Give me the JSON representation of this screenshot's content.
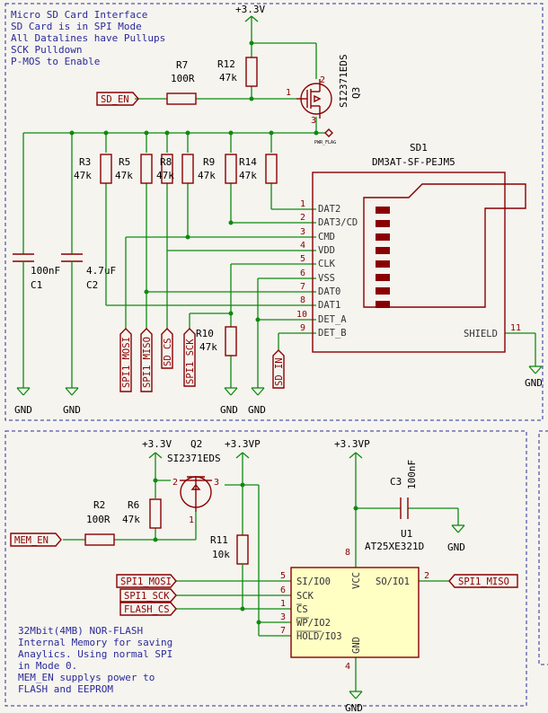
{
  "top_note": [
    "Micro SD Card Interface",
    "SD Card is in SPI Mode",
    "All Datalines have Pullups",
    "SCK Pulldown",
    "P-MOS to Enable"
  ],
  "bottom_note": [
    "32Mbit(4MB) NOR-FLASH",
    "Internal Memory for saving",
    "Anaylics. Using normal SPI",
    "in Mode 0.",
    "MEM_EN supplys power to",
    "FLASH and EEPROM"
  ],
  "power": {
    "v33_top": "+3.3V",
    "v33_mem": "+3.3V",
    "v33p_a": "+3.3VP",
    "v33p_b": "+3.3VP",
    "gnd": "GND",
    "pwr_flag": "PWR_FLAG"
  },
  "labels": {
    "sd_en": "SD_EN",
    "spi1_mosi": "SPI1_MOSI",
    "spi1_miso": "SPI1_MISO",
    "sd_cs": "SD_CS",
    "spi1_sck": "SPI1_SCK",
    "sd_in": "SD_IN",
    "mem_en": "MEM_EN",
    "flash_cs": "FLASH_CS"
  },
  "components": {
    "r7": {
      "ref": "R7",
      "val": "100R"
    },
    "r12": {
      "ref": "R12",
      "val": "47k"
    },
    "q3": {
      "ref": "Q3",
      "val": "SI2371EDS"
    },
    "r3": {
      "ref": "R3",
      "val": "47k"
    },
    "r5": {
      "ref": "R5",
      "val": "47k"
    },
    "r8": {
      "ref": "R8",
      "val": "47k"
    },
    "r9": {
      "ref": "R9",
      "val": "47k"
    },
    "r14": {
      "ref": "R14",
      "val": "47k"
    },
    "r10": {
      "ref": "R10",
      "val": "47k"
    },
    "c1": {
      "ref": "C1",
      "val": "100nF"
    },
    "c2": {
      "ref": "C2",
      "val": "4.7uF"
    },
    "sd1": {
      "ref": "SD1",
      "val": "DM3AT-SF-PEJM5"
    },
    "q2": {
      "ref": "Q2",
      "val": "SI2371EDS"
    },
    "r2": {
      "ref": "R2",
      "val": "100R"
    },
    "r6": {
      "ref": "R6",
      "val": "47k"
    },
    "r11": {
      "ref": "R11",
      "val": "10k"
    },
    "c3": {
      "ref": "C3",
      "val": "100nF"
    },
    "u1": {
      "ref": "U1",
      "val": "AT25XE321D"
    }
  },
  "sd_pins": [
    {
      "num": "1",
      "name": "DAT2"
    },
    {
      "num": "2",
      "name": "DAT3/CD"
    },
    {
      "num": "3",
      "name": "CMD"
    },
    {
      "num": "4",
      "name": "VDD"
    },
    {
      "num": "5",
      "name": "CLK"
    },
    {
      "num": "6",
      "name": "VSS"
    },
    {
      "num": "7",
      "name": "DAT0"
    },
    {
      "num": "8",
      "name": "DAT1"
    },
    {
      "num": "10",
      "name": "DET_A"
    },
    {
      "num": "9",
      "name": "DET_B"
    },
    {
      "num": "11",
      "name": "SHIELD"
    }
  ],
  "u1_pins": [
    {
      "num": "5",
      "name": "SI/IO0"
    },
    {
      "num": "6",
      "name": "SCK"
    },
    {
      "num": "1",
      "name": "CS"
    },
    {
      "num": "3",
      "name": "WP/IO2"
    },
    {
      "num": "7",
      "name": "HOLD/IO3"
    },
    {
      "num": "2",
      "name": "SO/IO1"
    },
    {
      "num": "8",
      "name": "VCC"
    },
    {
      "num": "4",
      "name": "GND"
    }
  ],
  "q_pins": {
    "g": "1",
    "s": "2",
    "d": "3"
  }
}
